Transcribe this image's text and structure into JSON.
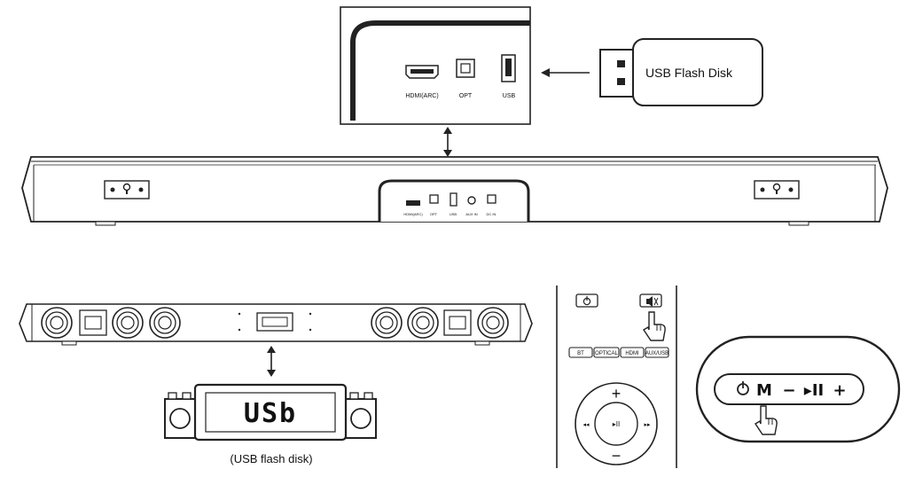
{
  "zoom_panel": {
    "ports": [
      "HDMI(ARC)",
      "OPT",
      "USB"
    ]
  },
  "usb_flash_label": "USB Flash Disk",
  "soundbar_back_ports": [
    "HDMI(ARC)",
    "OPT",
    "USB",
    "AUX IN",
    "DC IN"
  ],
  "display": {
    "text": "USb",
    "caption": "(USB flash disk)"
  },
  "remote": {
    "source_buttons": [
      "BT",
      "OPTICAL",
      "HDMI",
      "AUX/USB"
    ],
    "nav_plus": "+",
    "nav_minus": "−",
    "nav_prev": "◂◂",
    "nav_next": "▸▸",
    "nav_play": "▸II"
  },
  "side_panel": {
    "buttons": [
      "⏻",
      "M",
      "−",
      "▸II",
      "+"
    ]
  },
  "icons": {
    "arrow": "left-arrow-icon",
    "double_arrow": "double-arrow-icon",
    "hand": "hand-pointer-icon",
    "power": "power-icon",
    "mute": "mute-icon"
  }
}
